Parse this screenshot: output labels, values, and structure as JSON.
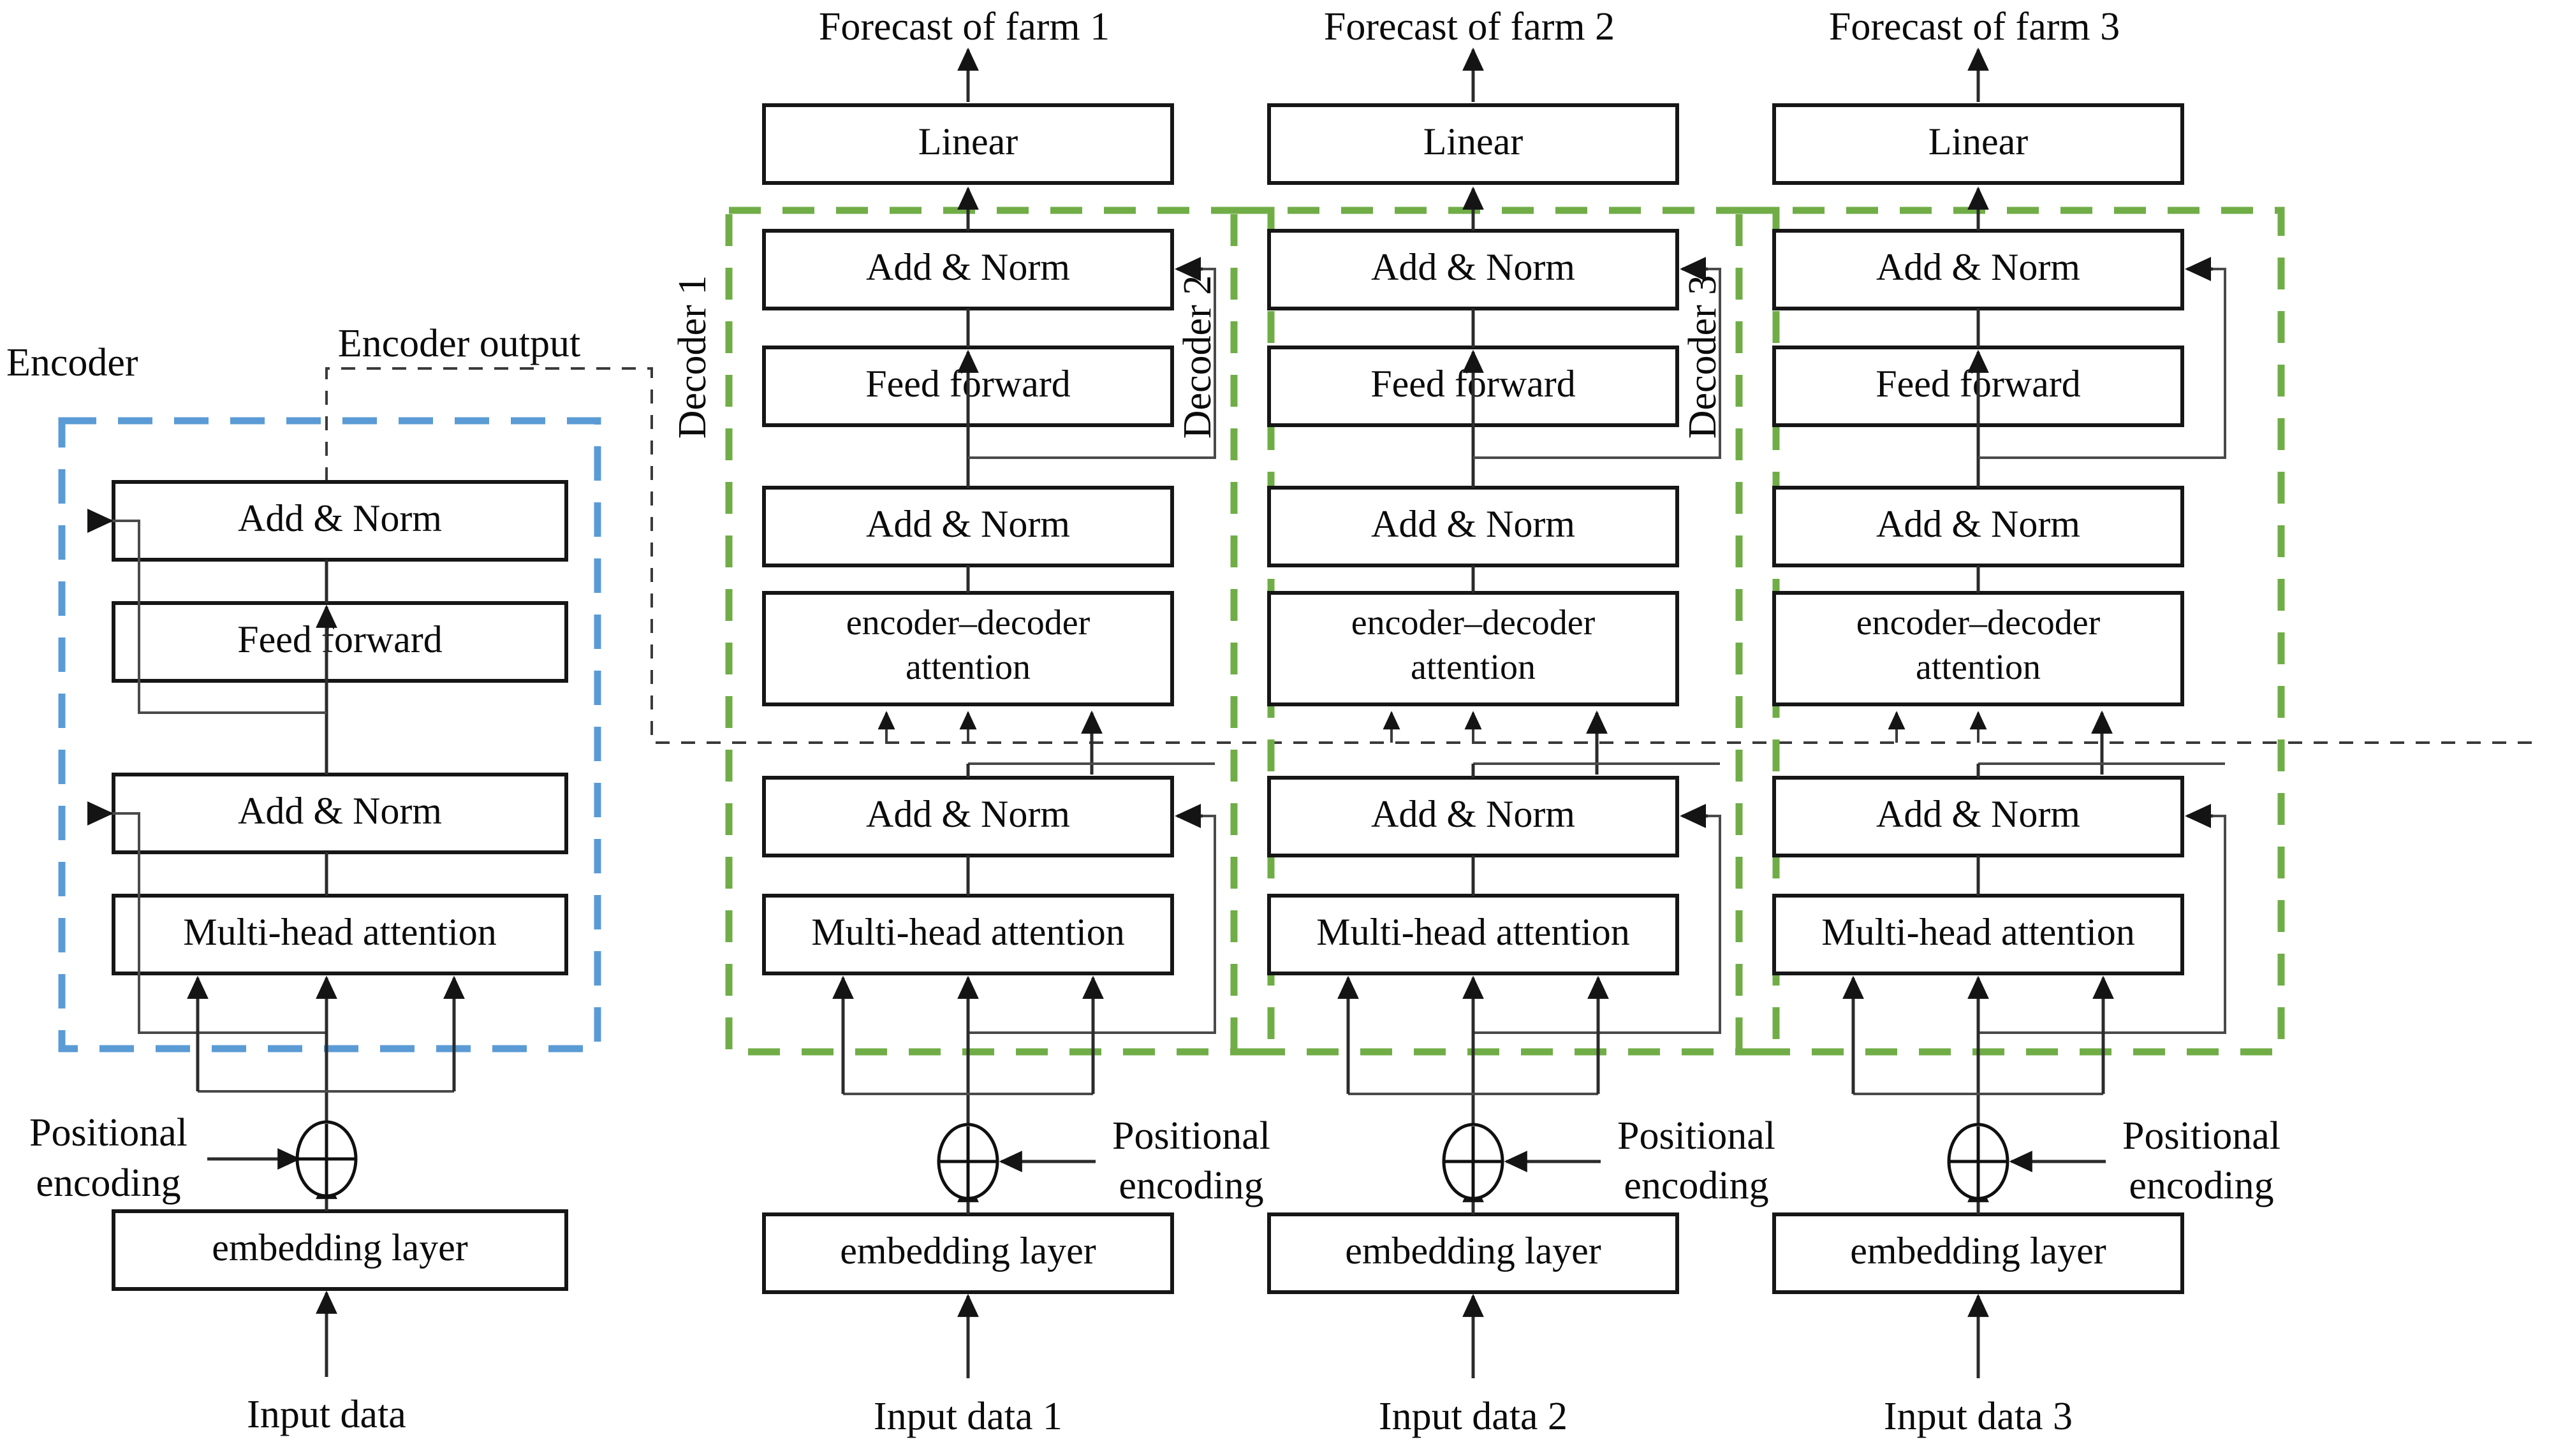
{
  "diagram": {
    "title": "Transformer-based multi-farm wind power forecasting architecture",
    "colors": {
      "encoder_border": "#5B9BD5",
      "decoder_border": "#70AD47",
      "block_stroke": "#161616",
      "line": "#2B2B2B",
      "background": "#FFFFFF"
    }
  },
  "encoder": {
    "group_label": "Encoder",
    "encoder_output_label": "Encoder output",
    "positional_encoding_label_line1": "Positional",
    "positional_encoding_label_line2": "encoding",
    "input_label": "Input data",
    "blocks": [
      {
        "id": "enc-add-norm-2",
        "label": "Add & Norm"
      },
      {
        "id": "enc-feed-forward",
        "label": "Feed forward"
      },
      {
        "id": "enc-add-norm-1",
        "label": "Add & Norm"
      },
      {
        "id": "enc-multi-head-attention",
        "label": "Multi-head attention"
      },
      {
        "id": "enc-embedding",
        "label": "embedding layer"
      }
    ],
    "plus_symbol": "+"
  },
  "decoders": [
    {
      "id": "decoder-1",
      "group_label": "Decoder 1",
      "forecast_label": "Forecast of farm 1",
      "input_label": "Input data 1",
      "positional_encoding_label_line1": "Positional",
      "positional_encoding_label_line2": "encoding",
      "blocks": [
        {
          "id": "dec1-linear",
          "label": "Linear"
        },
        {
          "id": "dec1-add-norm-3",
          "label": "Add & Norm"
        },
        {
          "id": "dec1-feed-forward",
          "label": "Feed forward"
        },
        {
          "id": "dec1-add-norm-2",
          "label": "Add & Norm"
        },
        {
          "id": "dec1-enc-dec-attention",
          "label_line1": "encoder–decoder",
          "label_line2": "attention"
        },
        {
          "id": "dec1-add-norm-1",
          "label": "Add & Norm"
        },
        {
          "id": "dec1-multi-head-attention",
          "label": "Multi-head attention"
        },
        {
          "id": "dec1-embedding",
          "label": "embedding layer"
        }
      ],
      "plus_symbol": "+"
    },
    {
      "id": "decoder-2",
      "group_label": "Decoder 2",
      "forecast_label": "Forecast of farm 2",
      "input_label": "Input data 2",
      "positional_encoding_label_line1": "Positional",
      "positional_encoding_label_line2": "encoding",
      "blocks": [
        {
          "id": "dec2-linear",
          "label": "Linear"
        },
        {
          "id": "dec2-add-norm-3",
          "label": "Add & Norm"
        },
        {
          "id": "dec2-feed-forward",
          "label": "Feed forward"
        },
        {
          "id": "dec2-add-norm-2",
          "label": "Add & Norm"
        },
        {
          "id": "dec2-enc-dec-attention",
          "label_line1": "encoder–decoder",
          "label_line2": "attention"
        },
        {
          "id": "dec2-add-norm-1",
          "label": "Add & Norm"
        },
        {
          "id": "dec2-multi-head-attention",
          "label": "Multi-head attention"
        },
        {
          "id": "dec2-embedding",
          "label": "embedding layer"
        }
      ],
      "plus_symbol": "+"
    },
    {
      "id": "decoder-3",
      "group_label": "Decoder 3",
      "forecast_label": "Forecast of farm 3",
      "input_label": "Input data 3",
      "positional_encoding_label_line1": "Positional",
      "positional_encoding_label_line2": "encoding",
      "blocks": [
        {
          "id": "dec3-linear",
          "label": "Linear"
        },
        {
          "id": "dec3-add-norm-3",
          "label": "Add & Norm"
        },
        {
          "id": "dec3-feed-forward",
          "label": "Feed forward"
        },
        {
          "id": "dec3-add-norm-2",
          "label": "Add & Norm"
        },
        {
          "id": "dec3-enc-dec-attention",
          "label_line1": "encoder–decoder",
          "label_line2": "attention"
        },
        {
          "id": "dec3-add-norm-1",
          "label": "Add & Norm"
        },
        {
          "id": "dec3-multi-head-attention",
          "label": "Multi-head attention"
        },
        {
          "id": "dec3-embedding",
          "label": "embedding layer"
        }
      ],
      "plus_symbol": "+"
    }
  ]
}
